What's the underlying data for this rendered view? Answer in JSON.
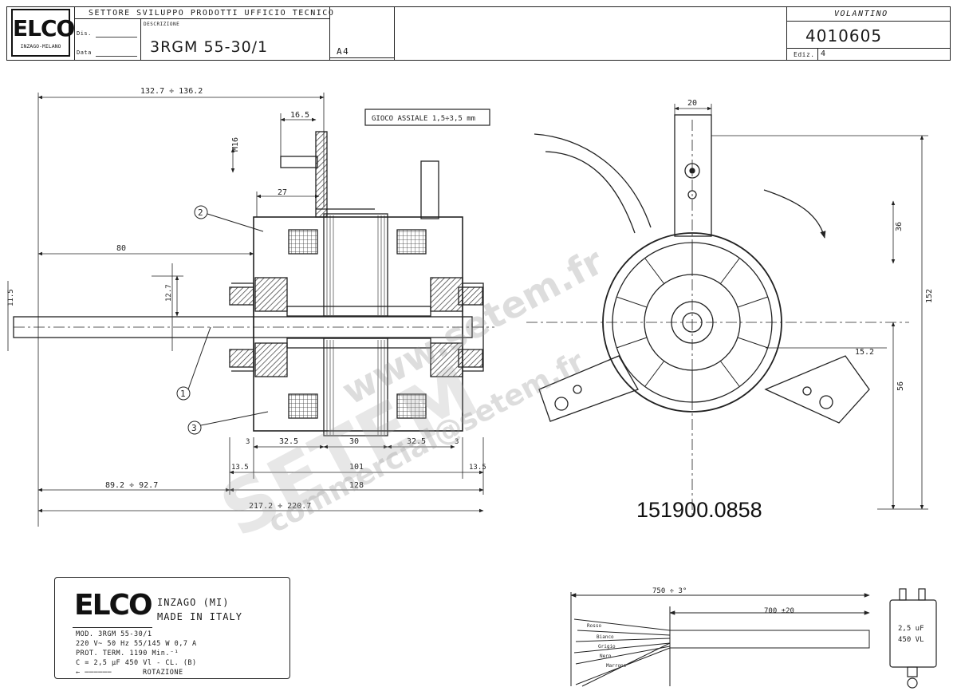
{
  "title_block": {
    "logo": {
      "brand": "ELCO",
      "sub": "INZAGO-MILANO"
    },
    "department": "SETTORE SVILUPPO PRODOTTI UFFICIO TECNICO",
    "dis_label": "Dis.",
    "data_label": "Data",
    "descrizione_label": "DESCRIZIONE",
    "description": "3RGM 55-30/1",
    "format": "A4",
    "part_name": "VOLANTINO",
    "drawing_number": "4010605",
    "edition_label": "Ediz.",
    "edition": "4"
  },
  "axial_play_note": "GIOCO ASSIALE 1,5÷3,5 mm",
  "dimensions": {
    "overall_top": "132.7 ÷ 136.2",
    "d16_5": "16.5",
    "m16": "M16",
    "d27": "27",
    "d80": "80",
    "d11_5": "11.5",
    "d12_7": "12.7",
    "d32_5_left": "32.5",
    "d30": "30",
    "d32_5_right": "32.5",
    "d3_left": "3",
    "d3_right": "3",
    "d13_5_left": "13.5",
    "d101": "101",
    "d13_5_right": "13.5",
    "d89": "89.2 ÷ 92.7",
    "d128": "128",
    "d217": "217.2 ÷ 220.7",
    "d20": "20",
    "d36": "36",
    "d152": "152",
    "d56": "56",
    "d15_2": "15.2"
  },
  "callouts": [
    "1",
    "2",
    "3"
  ],
  "part_number": "151900.0858",
  "nameplate": {
    "brand": "ELCO",
    "city": "INZAGO (MI)",
    "made_in": "MADE IN ITALY",
    "model": "MOD. 3RGM 55-30/1",
    "rating": "220 V~ 50 Hz 55/145 W 0,7 A",
    "thermal": "PROT. TERM. 1190 Min.⁻¹",
    "capacitor": "C = 2,5 µF 450 Vl - CL. (B)",
    "rotation": "ROTAZIONE"
  },
  "cable": {
    "length_total": "750 ÷ 3°",
    "length_wires": "700 ±20",
    "wire_labels": [
      "Rosso",
      "Bianco",
      "Grigio",
      "Nero",
      "Marrone"
    ]
  },
  "capacitor_part": {
    "value": "2,5 uF",
    "voltage": "450 VL"
  },
  "watermark": {
    "site": "www.setem.fr",
    "brand": "SETEM",
    "email": "commercial@setem.fr"
  },
  "colors": {
    "ink": "#1a1a1a",
    "hatch": "#333333",
    "watermark": "#969696"
  }
}
